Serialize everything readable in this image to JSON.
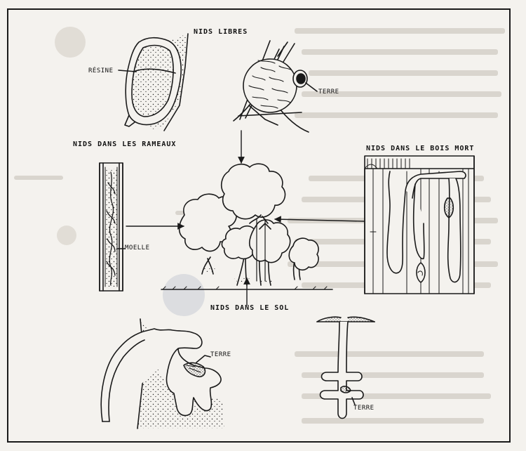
{
  "labels": {
    "nids_libres": "NIDS LIBRES",
    "resine": "RÉSINE",
    "terre_top": "TERRE",
    "nids_rameaux": "NIDS DANS LES RAMEAUX",
    "moelle": "MOELLE",
    "nids_bois_mort": "NIDS DANS LE BOIS MORT",
    "nids_sol": "NIDS DANS LE SOL",
    "terre_bottom_left": "TERRE",
    "terre_bottom_right": "TERRE"
  },
  "colors": {
    "ink": "#1a1a1a",
    "paper": "#f4f2ee",
    "bleed": "#d7d3cc"
  }
}
